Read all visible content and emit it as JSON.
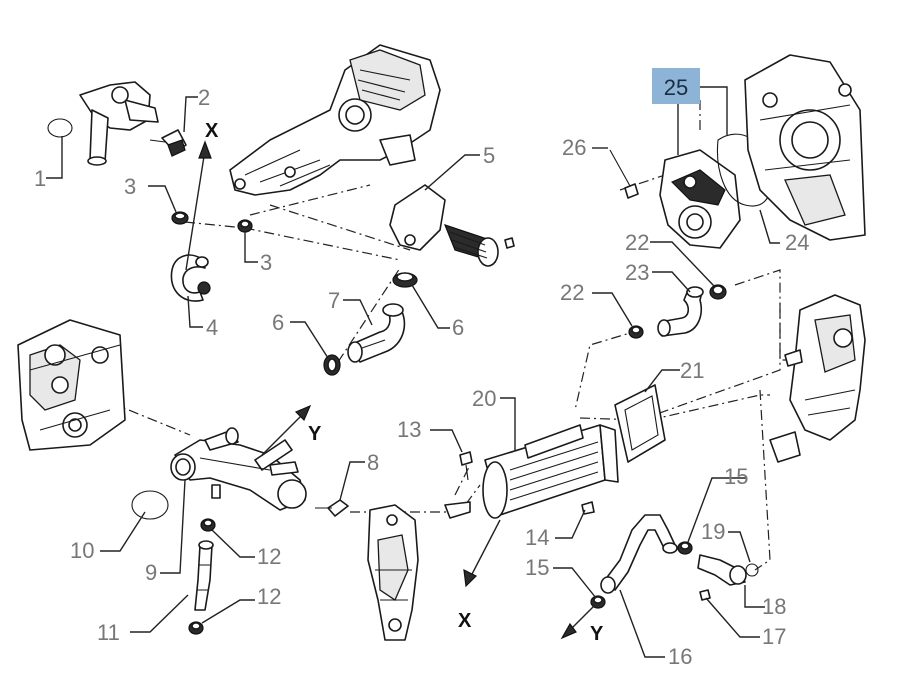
{
  "diagram": {
    "highlight_color": "#8db4d6",
    "callout_color": "#777777",
    "highlighted": {
      "number": "25"
    },
    "callouts": [
      {
        "id": "c1",
        "text": "1"
      },
      {
        "id": "c2",
        "text": "2"
      },
      {
        "id": "c3a",
        "text": "3"
      },
      {
        "id": "c3b",
        "text": "3"
      },
      {
        "id": "c4",
        "text": "4"
      },
      {
        "id": "c5",
        "text": "5"
      },
      {
        "id": "c6a",
        "text": "6"
      },
      {
        "id": "c6b",
        "text": "6"
      },
      {
        "id": "c7",
        "text": "7"
      },
      {
        "id": "c8",
        "text": "8"
      },
      {
        "id": "c9",
        "text": "9"
      },
      {
        "id": "c10",
        "text": "10"
      },
      {
        "id": "c11",
        "text": "11"
      },
      {
        "id": "c12a",
        "text": "12"
      },
      {
        "id": "c12b",
        "text": "12"
      },
      {
        "id": "c13",
        "text": "13"
      },
      {
        "id": "c14",
        "text": "14"
      },
      {
        "id": "c15a",
        "text": "15"
      },
      {
        "id": "c15b",
        "text": "15"
      },
      {
        "id": "c16",
        "text": "16"
      },
      {
        "id": "c17",
        "text": "17"
      },
      {
        "id": "c18",
        "text": "18"
      },
      {
        "id": "c19",
        "text": "19"
      },
      {
        "id": "c20",
        "text": "20"
      },
      {
        "id": "c21",
        "text": "21"
      },
      {
        "id": "c22a",
        "text": "22"
      },
      {
        "id": "c22b",
        "text": "22"
      },
      {
        "id": "c23",
        "text": "23"
      },
      {
        "id": "c24",
        "text": "24"
      },
      {
        "id": "c26",
        "text": "26"
      }
    ],
    "flow_markers": {
      "x_top": "X",
      "y_mid": "Y",
      "x_bottom": "X",
      "y_bottom": "Y"
    }
  }
}
